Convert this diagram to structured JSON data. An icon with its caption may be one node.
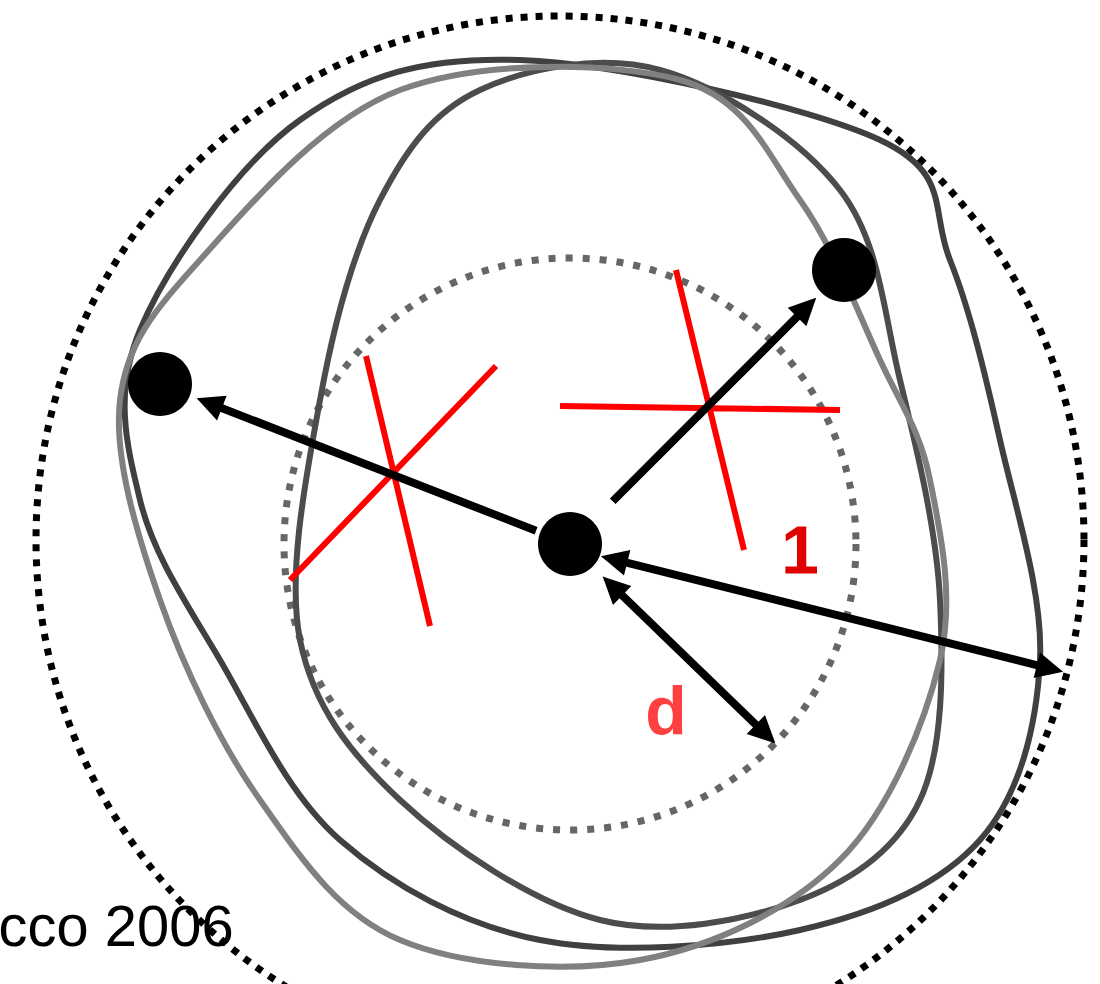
{
  "diagram": {
    "nodes": [
      {
        "text": [],
        "shape": "circle"
      },
      {
        "text": [],
        "shape": "circle"
      },
      {
        "text": [],
        "shape": "circle"
      }
    ],
    "edges": [
      {
        "from": 1,
        "to": 0,
        "arrow": "to"
      },
      {
        "from": 1,
        "to": 2,
        "arrow": "to"
      }
    ],
    "labels": [
      "1",
      "d",
      "cco 2006"
    ]
  }
}
